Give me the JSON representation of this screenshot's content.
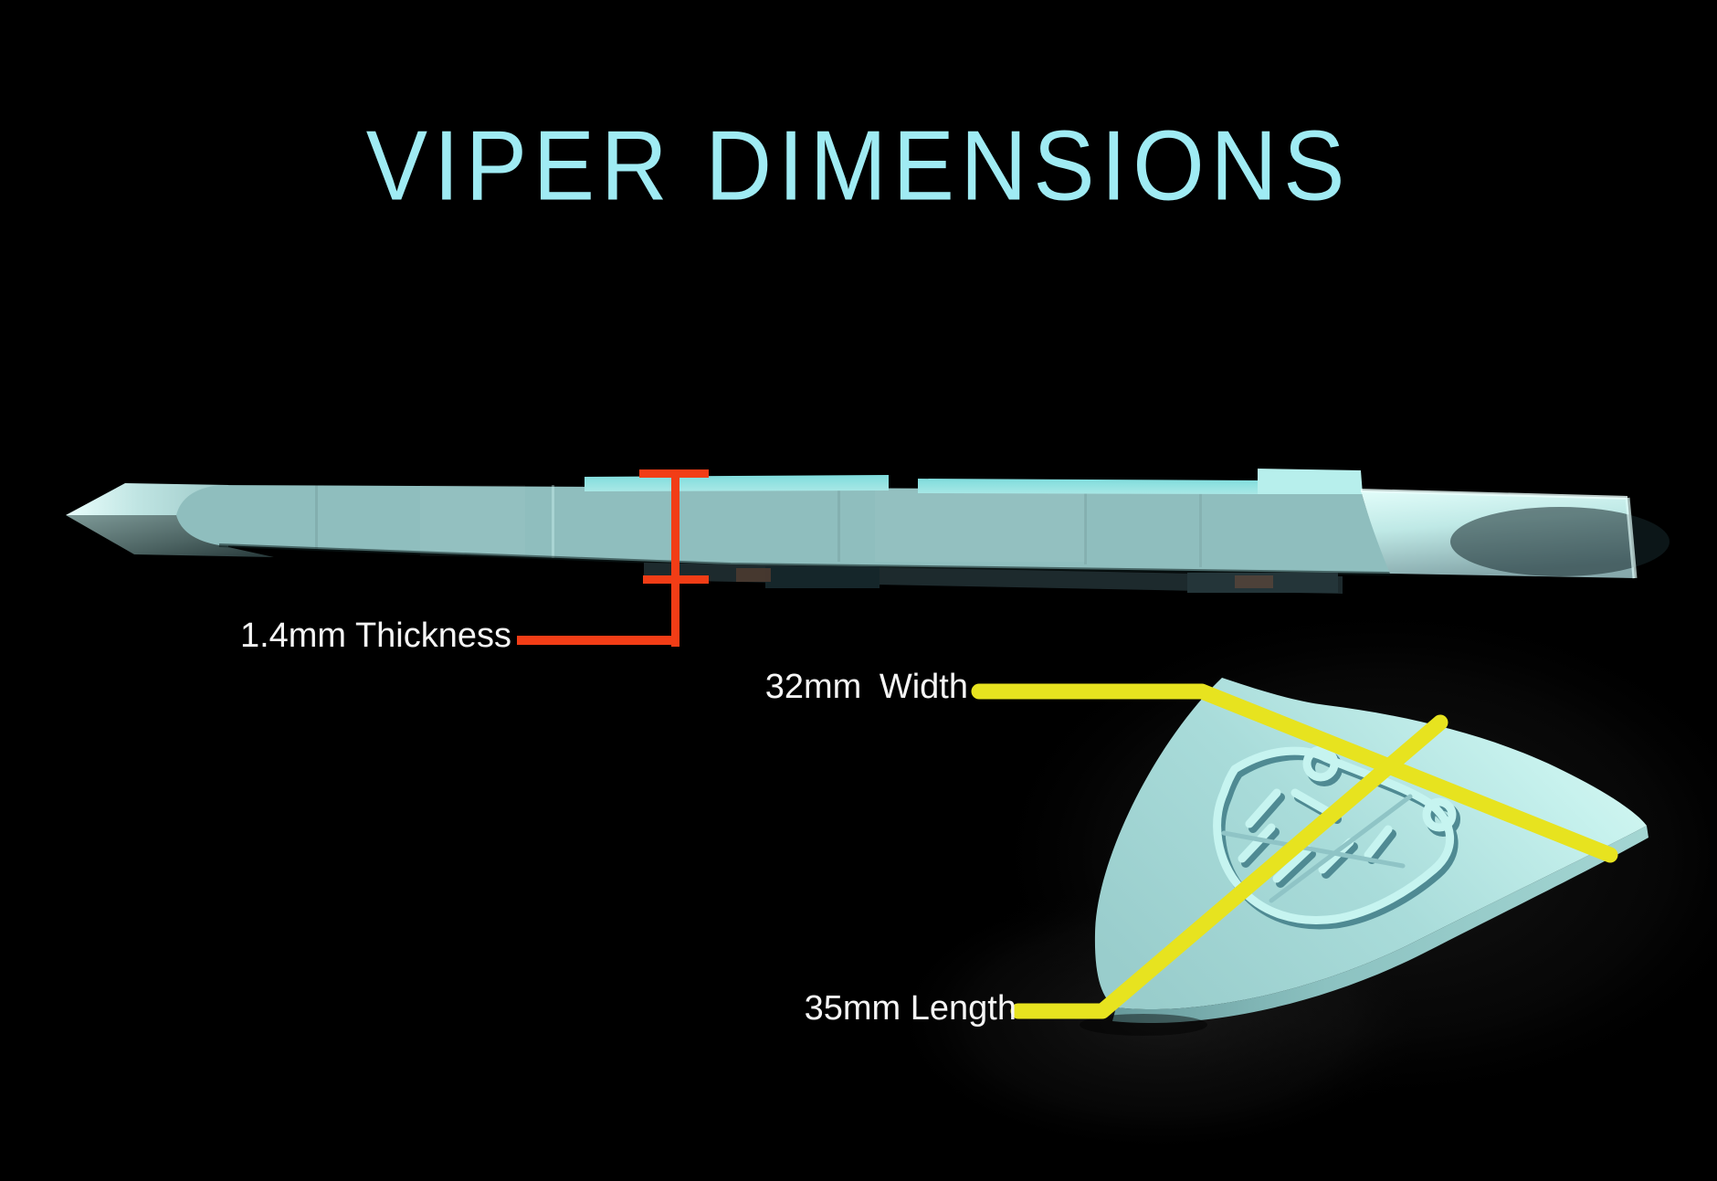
{
  "title": "VIPER DIMENSIONS",
  "annotations": {
    "thickness": {
      "label": "1.4mm Thickness",
      "line_color": "#f23d16"
    },
    "width": {
      "label": "32mm Width",
      "line_color": "#e7e31f"
    },
    "length": {
      "label": "35mm Length",
      "line_color": "#e7e31f"
    }
  },
  "colors": {
    "background": "#000000",
    "title_text": "#9febf3",
    "label_text": "#f5f5f5",
    "dimension_red": "#f23d16",
    "dimension_yellow": "#e7e31f",
    "pick_side_face": "#8fbebe",
    "pick_top_face": "#a9dcda",
    "pick_highlight": "#c9f3ef",
    "logo_emboss_light": "#c6f4f0",
    "logo_emboss_shadow": "#4f8a93"
  }
}
